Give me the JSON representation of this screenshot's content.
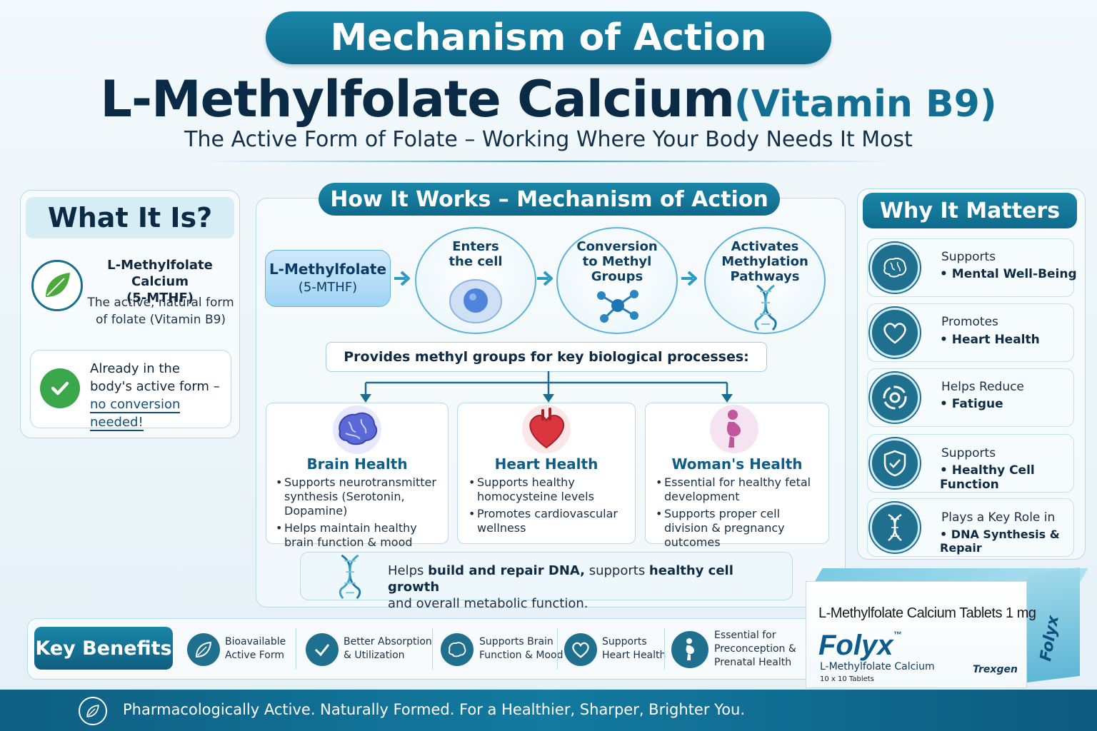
{
  "header": {
    "pill": "Mechanism of Action",
    "title": "L-Methylfolate Calcium",
    "title_sub": "(Vitamin B9)",
    "tagline": "The Active Form of Folate – Working Where Your Body Needs It Most"
  },
  "what_it_is": {
    "heading": "What It Is?",
    "name_line1": "L-Methylfolate Calcium",
    "name_line2": "(5-MTHF)",
    "desc_line1": "The active, natural form",
    "desc_line2": "of folate (Vitamin B9)",
    "already_line1": "Already in the",
    "already_line2": "body's active form –",
    "already_line3": "no conversion needed!"
  },
  "how_it_works": {
    "heading": "How It Works – Mechanism of Action",
    "start_line1": "L-Methylfolate",
    "start_line2": "(5-MTHF)",
    "steps": [
      {
        "line1": "Enters",
        "line2": "the cell",
        "line3": ""
      },
      {
        "line1": "Conversion",
        "line2": "to Methyl",
        "line3": "Groups"
      },
      {
        "line1": "Activates",
        "line2": "Methylation",
        "line3": "Pathways"
      }
    ],
    "provides": "Provides methyl groups for key biological processes:",
    "cards": [
      {
        "title": "Brain Health",
        "bullets": [
          "Supports neurotransmitter synthesis (Serotonin, Dopamine)",
          "Helps maintain healthy brain function & mood"
        ]
      },
      {
        "title": "Heart Health",
        "bullets": [
          "Supports healthy homocysteine levels",
          "Promotes cardiovascular wellness"
        ]
      },
      {
        "title": "Woman's Health",
        "bullets": [
          "Essential for healthy fetal development",
          "Supports proper cell division & pregnancy outcomes"
        ]
      }
    ],
    "dna_pre": "Helps ",
    "dna_b1": "build and repair DNA,",
    "dna_mid": " supports ",
    "dna_b2": "healthy cell growth",
    "dna_post": "and overall metabolic function."
  },
  "why_it_matters": {
    "heading": "Why It Matters",
    "items": [
      {
        "line1": "Supports",
        "line2": "• Mental Well-Being",
        "icon": "brain-icon"
      },
      {
        "line1": "Promotes",
        "line2": "• Heart Health",
        "icon": "heart-icon"
      },
      {
        "line1": "Helps Reduce",
        "line2": "• Fatigue",
        "icon": "energy-icon"
      },
      {
        "line1": "Supports",
        "line2": "• Healthy Cell Function",
        "icon": "shield-check-icon"
      },
      {
        "line1": "Plays a Key Role in",
        "line2": "• DNA Synthesis & Repair",
        "icon": "dna-icon"
      }
    ]
  },
  "key_benefits": {
    "heading": "Key Benefits",
    "items": [
      {
        "line1": "Bioavailable",
        "line2": "Active Form",
        "icon": "leaf-icon"
      },
      {
        "line1": "Better Absorption",
        "line2": "& Utilization",
        "icon": "check-icon"
      },
      {
        "line1": "Supports Brain",
        "line2": "Function & Mood",
        "icon": "brain-icon"
      },
      {
        "line1": "Supports",
        "line2": "Heart Health",
        "icon": "heart-icon"
      },
      {
        "line1": "Essential for",
        "line2": "Preconception &",
        "line3": "Prenatal Health",
        "icon": "pregnancy-icon"
      }
    ]
  },
  "product": {
    "line1": "L-Methylfolate Calcium Tablets 1 mg",
    "brand": "Folyx",
    "tm": "™",
    "sub": "L-Methylfolate Calcium",
    "count": "10 x 10 Tablets",
    "maker": "Trexgen",
    "side_brand": "Folyx"
  },
  "footer": {
    "b1": "Pharmacologically Active.",
    "rest": " Naturally Formed.  For a Healthier, Sharper, Brighter You."
  },
  "colors": {
    "primary": "#0f6a8c",
    "navy": "#0b2a45",
    "accent_green": "#3aa84a"
  }
}
